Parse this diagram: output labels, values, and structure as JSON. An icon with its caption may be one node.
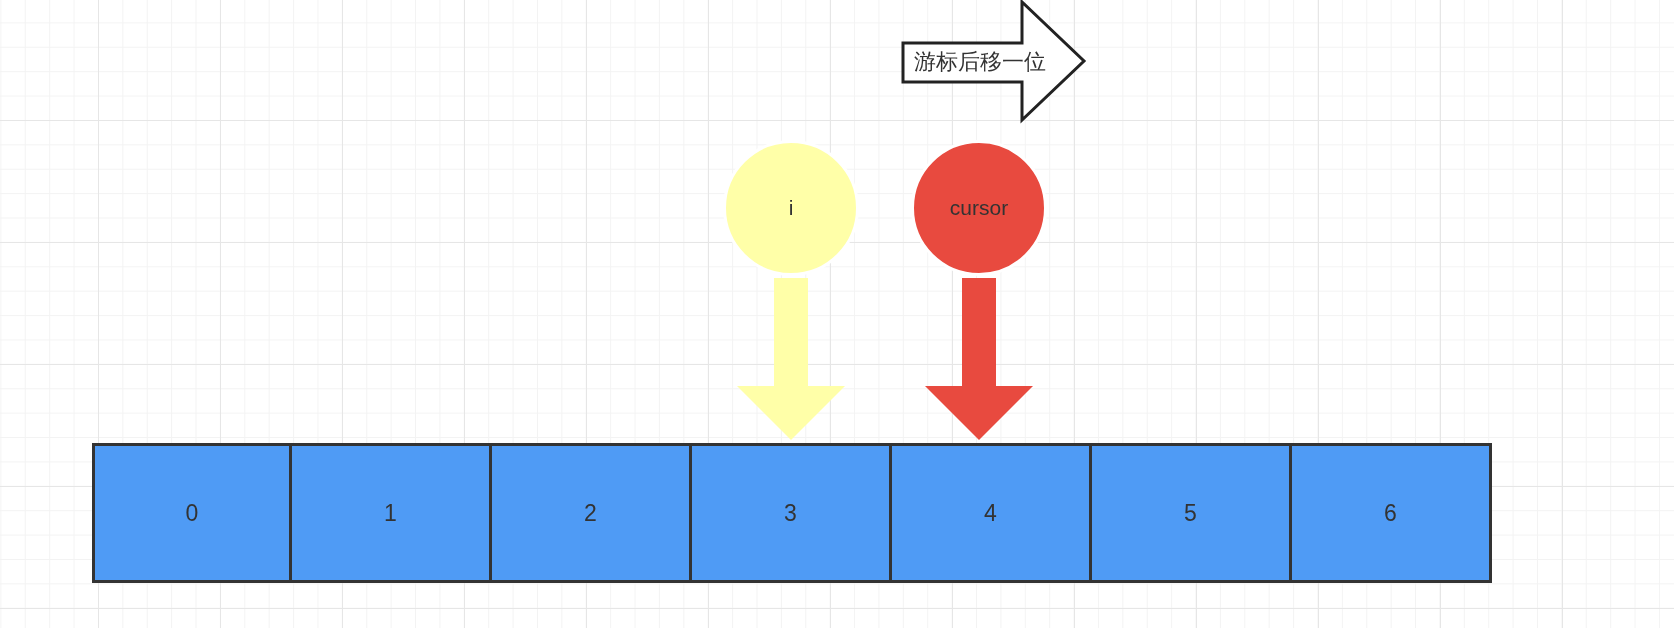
{
  "diagram": {
    "nodes": [
      {
        "text": [
          "游标后移一位"
        ]
      },
      {
        "text": [
          "i"
        ]
      },
      {
        "text": [
          "cursor"
        ]
      },
      {
        "text": [
          "0"
        ]
      },
      {
        "text": [
          "1"
        ]
      },
      {
        "text": [
          "2"
        ]
      },
      {
        "text": [
          "3"
        ]
      },
      {
        "text": [
          "4"
        ]
      },
      {
        "text": [
          "5"
        ]
      },
      {
        "text": [
          "6"
        ]
      }
    ],
    "edges": [
      {
        "from": 1,
        "to": 6,
        "arrow": "to",
        "color": "#ffffa8"
      },
      {
        "from": 2,
        "to": 7,
        "arrow": "to",
        "color": "#e84a3f"
      }
    ]
  }
}
